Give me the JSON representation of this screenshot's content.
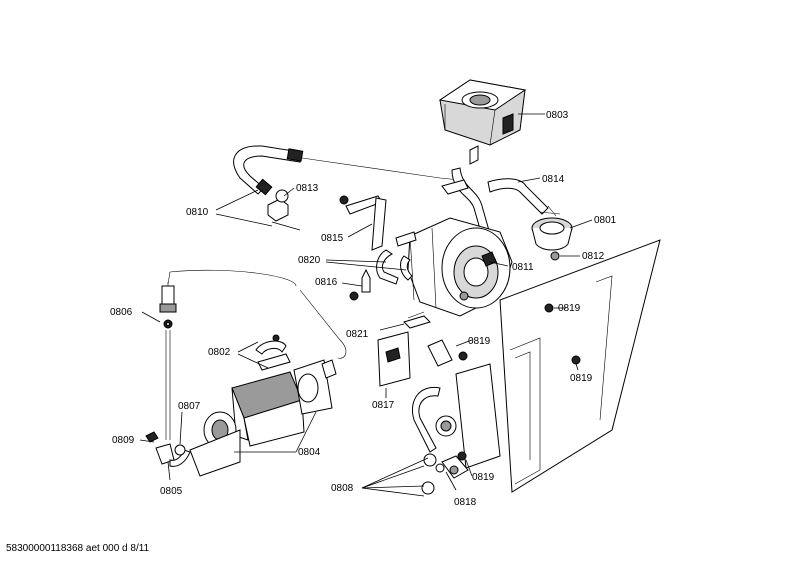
{
  "labels": {
    "l0803": "0803",
    "l0814": "0814",
    "l0801": "0801",
    "l0812": "0812",
    "l0813": "0813",
    "l0810": "0810",
    "l0815": "0815",
    "l0820": "0820",
    "l0811": "0811",
    "l0816": "0816",
    "l0806": "0806",
    "l0819a": "0819",
    "l0819b": "0819",
    "l0819c": "0819",
    "l0819d": "0819",
    "l0821": "0821",
    "l0802": "0802",
    "l0817": "0817",
    "l0807": "0807",
    "l0809": "0809",
    "l0804": "0804",
    "l0805": "0805",
    "l0808": "0808",
    "l0818": "0818"
  },
  "footer": "58300000118368 aet 000 d 8/11"
}
